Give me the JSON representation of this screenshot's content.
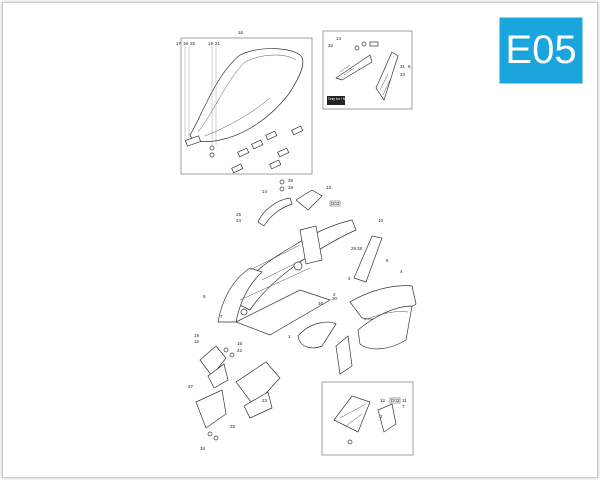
{
  "section_code": "E05",
  "colors": {
    "badge_bg": "#1aa5dd",
    "badge_text": "#ffffff",
    "frame_border": "#c8c8c8"
  },
  "callouts": {
    "n16": "16",
    "n17": "17",
    "n18": "18",
    "n26": "26",
    "n19": "19",
    "n21": "21",
    "n14": "14",
    "n6": "6",
    "n29": "29",
    "n28": "28",
    "n13": "13",
    "n24": "24",
    "n30": "30",
    "n31": "31",
    "n35": "35",
    "n1": "1",
    "n3": "3",
    "n4": "4",
    "n5": "5",
    "n8": "8",
    "n10": "10",
    "n7": "7",
    "n11": "11",
    "n12": "12",
    "n15": "15",
    "n22": "22",
    "n23": "23",
    "n25": "25",
    "n27": "27",
    "n32": "32",
    "n33": "33",
    "n34": "34",
    "n2": "2"
  },
  "tags": {
    "inset_note": "Only for / NC MT09",
    "ref_a": "D03",
    "ref_b": "D03"
  }
}
